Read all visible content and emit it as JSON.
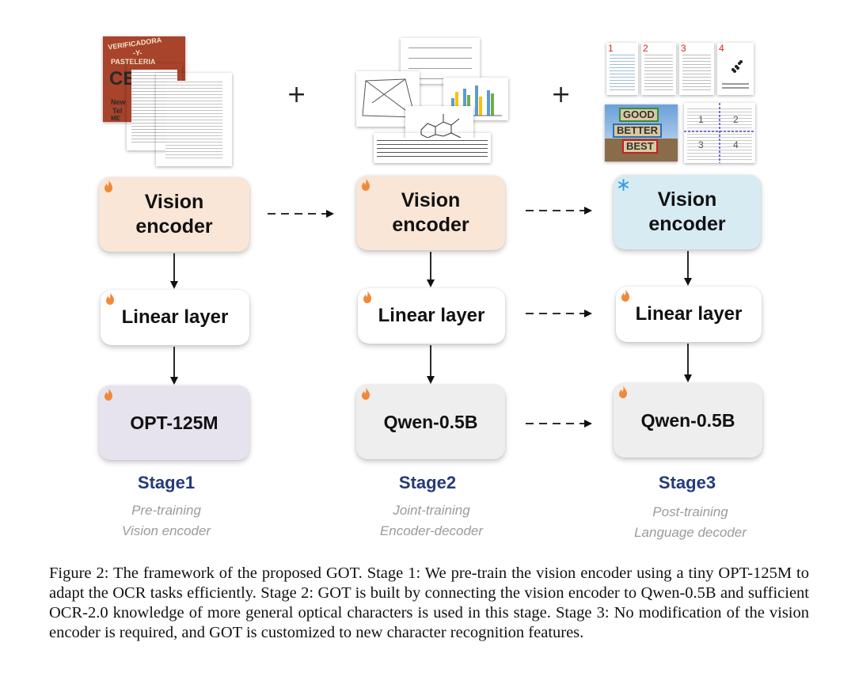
{
  "stages": [
    {
      "title": "Stage1",
      "subtitle": [
        "Pre-training",
        "Vision encoder"
      ],
      "vision_encoder": "Vision\nencoder",
      "vision_encoder_state": "trainable",
      "linear_layer": "Linear layer",
      "decoder": "OPT-125M"
    },
    {
      "title": "Stage2",
      "subtitle": [
        "Joint-training",
        "Encoder-decoder"
      ],
      "vision_encoder": "Vision\nencoder",
      "vision_encoder_state": "trainable",
      "linear_layer": "Linear layer",
      "decoder": "Qwen-0.5B"
    },
    {
      "title": "Stage3",
      "subtitle": [
        "Post-training",
        "Language decoder"
      ],
      "vision_encoder": "Vision\nencoder",
      "vision_encoder_state": "frozen",
      "linear_layer": "Linear layer",
      "decoder": "Qwen-0.5B"
    }
  ],
  "plus_sign": "+",
  "thumbnails": {
    "stage1_poster": [
      "VERIFICADORA",
      "-Y-",
      "PASTELERIA",
      "CE",
      "New",
      "Tel",
      "ME"
    ],
    "stage3_page_numbers": [
      "1",
      "2",
      "3",
      "4"
    ],
    "stage3_sign_words": [
      "GOOD",
      "BETTER",
      "BEST"
    ],
    "stage3_grid_numbers": [
      "1",
      "2",
      "3",
      "4"
    ]
  },
  "colors": {
    "trainable_encoder": "#fae6d6",
    "frozen_encoder": "#d7ebf3",
    "opt_decoder": "#e6e3ee",
    "qwen_decoder": "#eeeeee",
    "stage_title": "#243b78",
    "subtitle": "#9b9b9b",
    "flame": "#f08a3a",
    "snowflake": "#3a9be0"
  },
  "icons": {
    "trainable": "flame-icon",
    "frozen": "snowflake-icon"
  },
  "caption": "Figure 2: The framework of the proposed GOT. Stage 1: We pre-train the vision encoder using a tiny OPT-125M to adapt the OCR tasks efficiently. Stage 2: GOT is built by connecting the vision encoder to Qwen-0.5B and sufficient OCR-2.0 knowledge of more general optical characters is used in this stage. Stage 3: No modification of the vision encoder is required, and GOT is customized to new character recognition features."
}
